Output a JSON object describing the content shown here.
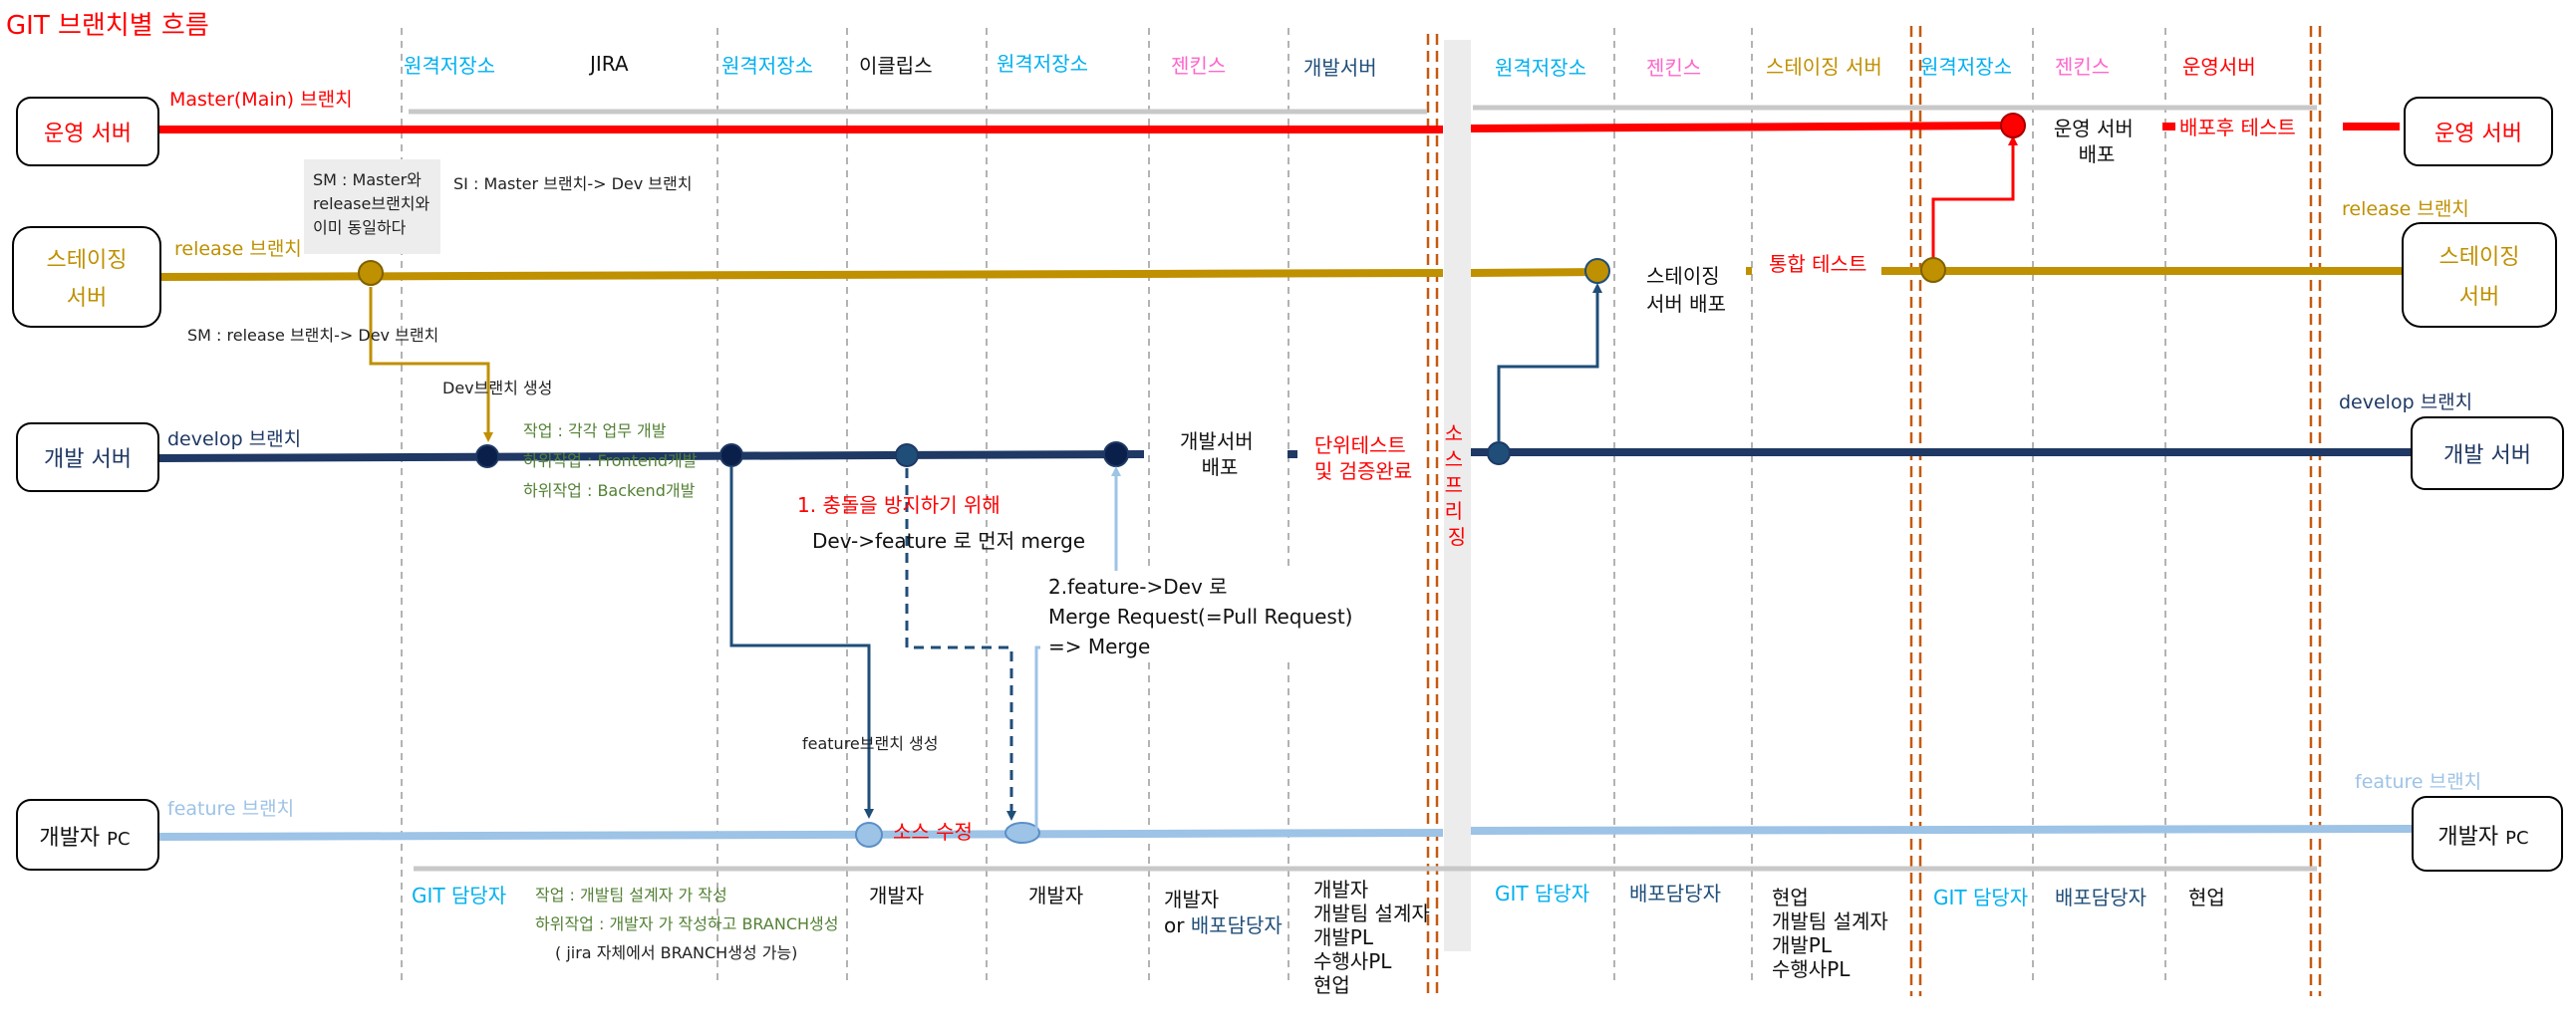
{
  "title": "GIT 브랜치별 흐름",
  "colors": {
    "master": "#ff0000",
    "release": "#bf9000",
    "develop": "#1f3864",
    "feature": "#9dc3e6",
    "cyan": "#00b0f0",
    "magenta": "#ff66cc",
    "gold": "#c09000",
    "navy": "#1f4e79",
    "green": "#538135",
    "divider": "#c55a11"
  },
  "columns": [
    {
      "label": "원격저장소",
      "color": "cyan"
    },
    {
      "label": "JIRA",
      "color": "black"
    },
    {
      "label": "원격저장소",
      "color": "cyan"
    },
    {
      "label": "이클립스",
      "color": "black"
    },
    {
      "label": "원격저장소",
      "color": "cyan"
    },
    {
      "label": "젠킨스",
      "color": "magenta"
    },
    {
      "label": "개발서버",
      "color": "navy"
    },
    {
      "label": "원격저장소",
      "color": "cyan"
    },
    {
      "label": "젠킨스",
      "color": "magenta"
    },
    {
      "label": "스테이징 서버",
      "color": "gold"
    },
    {
      "label": "원격저장소",
      "color": "cyan"
    },
    {
      "label": "젠킨스",
      "color": "magenta"
    },
    {
      "label": "운영서버",
      "color": "red"
    }
  ],
  "boxes": {
    "prod_left": "운영 서버",
    "prod_right": "운영 서버",
    "staging_left": [
      "스테이징",
      "서버"
    ],
    "staging_right": [
      "스테이징",
      "서버"
    ],
    "dev_left": "개발 서버",
    "dev_right": "개발 서버",
    "pc_left": {
      "main": "개발자",
      "suffix": "PC"
    },
    "pc_right": {
      "main": "개발자",
      "suffix": "PC"
    }
  },
  "branches": {
    "master": {
      "name": "Master(Main)",
      "word": "브랜치"
    },
    "release": {
      "name": "release",
      "word": "브랜치"
    },
    "develop": {
      "name": "develop",
      "word": "브랜치"
    },
    "feature": {
      "name": "feature",
      "word": "브랜치"
    }
  },
  "notes": {
    "sm_box": [
      "SM : Master와",
      "release브랜치와",
      "이미 동일하다"
    ],
    "si": "SI : Master 브랜치-> Dev 브랜치",
    "sm_release": "SM : release 브랜치-> Dev 브랜치",
    "dev_create": "Dev브랜치 생성",
    "task": [
      "작업 : 각각 업무 개발",
      "하위작업 : Frontend개발",
      "하위작업 : Backend개발"
    ],
    "conflict_1": "1. 충돌을 방지하기 위해",
    "conflict_2": "Dev->feature 로 먼저 merge",
    "merge_req": [
      "2.feature->Dev 로",
      "Merge Request(=Pull Request)",
      "=> Merge"
    ],
    "feature_create": "feature브랜치 생성",
    "source_edit": "소스 수정",
    "dev_deploy": [
      "개발서버",
      "배포"
    ],
    "unit_test": [
      "단위테스트",
      "및 검증완료"
    ],
    "freeze": [
      "소",
      "스",
      "",
      "프",
      "리",
      "징"
    ],
    "staging_deploy": [
      "스테이징",
      "서버 배포"
    ],
    "integration_test": "통합 테스트",
    "prod_deploy": [
      "운영 서버",
      "배포"
    ],
    "post_deploy_test": "배포후  테스트",
    "jira_task": [
      "작업 : 개발팀 설계자 가 작성",
      "하위작업 : 개발자 가 작성하고 BRANCH생성",
      "( jira 자체에서 BRANCH생성 가능)"
    ]
  },
  "roles": {
    "git1": "GIT 담당자",
    "dev1": "개발자",
    "dev2": "개발자",
    "dev3_a": "개발자",
    "dev3_or": "or",
    "dev3_b": "배포담당자",
    "list1": [
      "개발자",
      "개발팀 설계자",
      "개발PL",
      "수행사PL",
      "현업"
    ],
    "git2": "GIT 담당자",
    "deploy2": "배포담당자",
    "list2": [
      "현업",
      "개발팀 설계자",
      "개발PL",
      "수행사PL"
    ],
    "git3": "GIT 담당자",
    "deploy3": "배포담당자",
    "field3": "현업"
  }
}
